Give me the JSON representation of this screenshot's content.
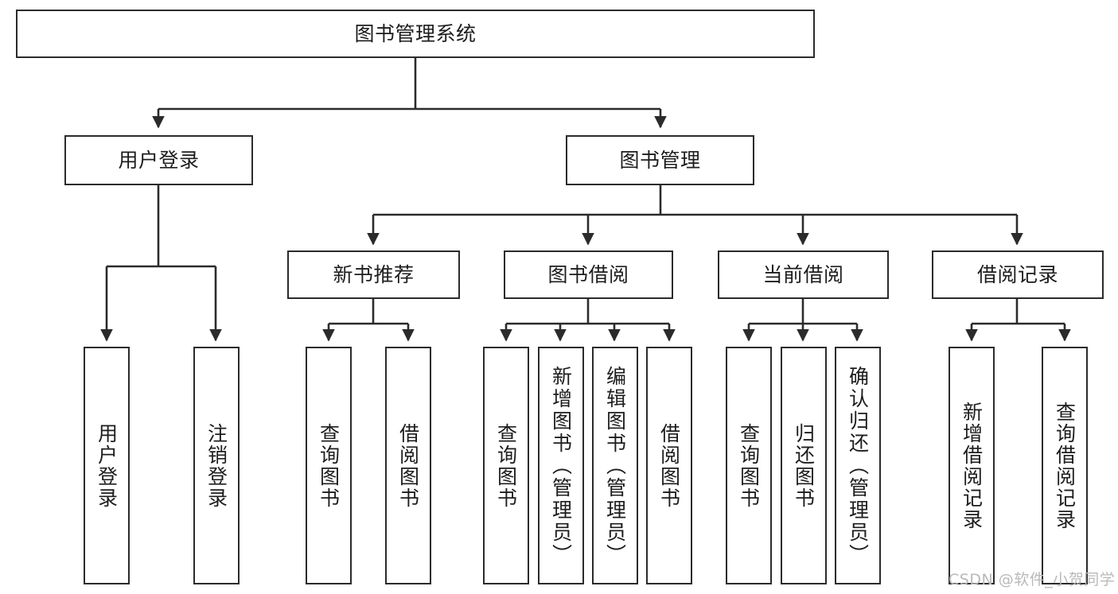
{
  "diagram": {
    "title": "图书管理系统",
    "watermark": "CSDN @软件_小贺同学",
    "stroke_color": "#2b2b2b",
    "fill_color": "#ffffff",
    "text_color": "#1d1d1d",
    "watermark_color": "#b9b9b9"
  },
  "nodes": {
    "root": {
      "label": "图书管理系统"
    },
    "level2": [
      {
        "label": "用户登录"
      },
      {
        "label": "图书管理"
      }
    ],
    "level3": [
      {
        "label": "新书推荐"
      },
      {
        "label": "图书借阅"
      },
      {
        "label": "当前借阅"
      },
      {
        "label": "借阅记录"
      }
    ],
    "leaves_user_login": [
      {
        "label": "用户登录"
      },
      {
        "label": "注销登录"
      }
    ],
    "leaves_new_book": [
      {
        "label": "查询图书"
      },
      {
        "label": "借阅图书"
      }
    ],
    "leaves_borrow": [
      {
        "label": "查询图书"
      },
      {
        "label": "新增图书（管理员）"
      },
      {
        "label": "编辑图书（管理员）"
      },
      {
        "label": "借阅图书"
      }
    ],
    "leaves_current": [
      {
        "label": "查询图书"
      },
      {
        "label": "归还图书"
      },
      {
        "label": "确认归还（管理员）"
      }
    ],
    "leaves_records": [
      {
        "label": "新增借阅记录"
      },
      {
        "label": "查询借阅记录"
      }
    ]
  }
}
